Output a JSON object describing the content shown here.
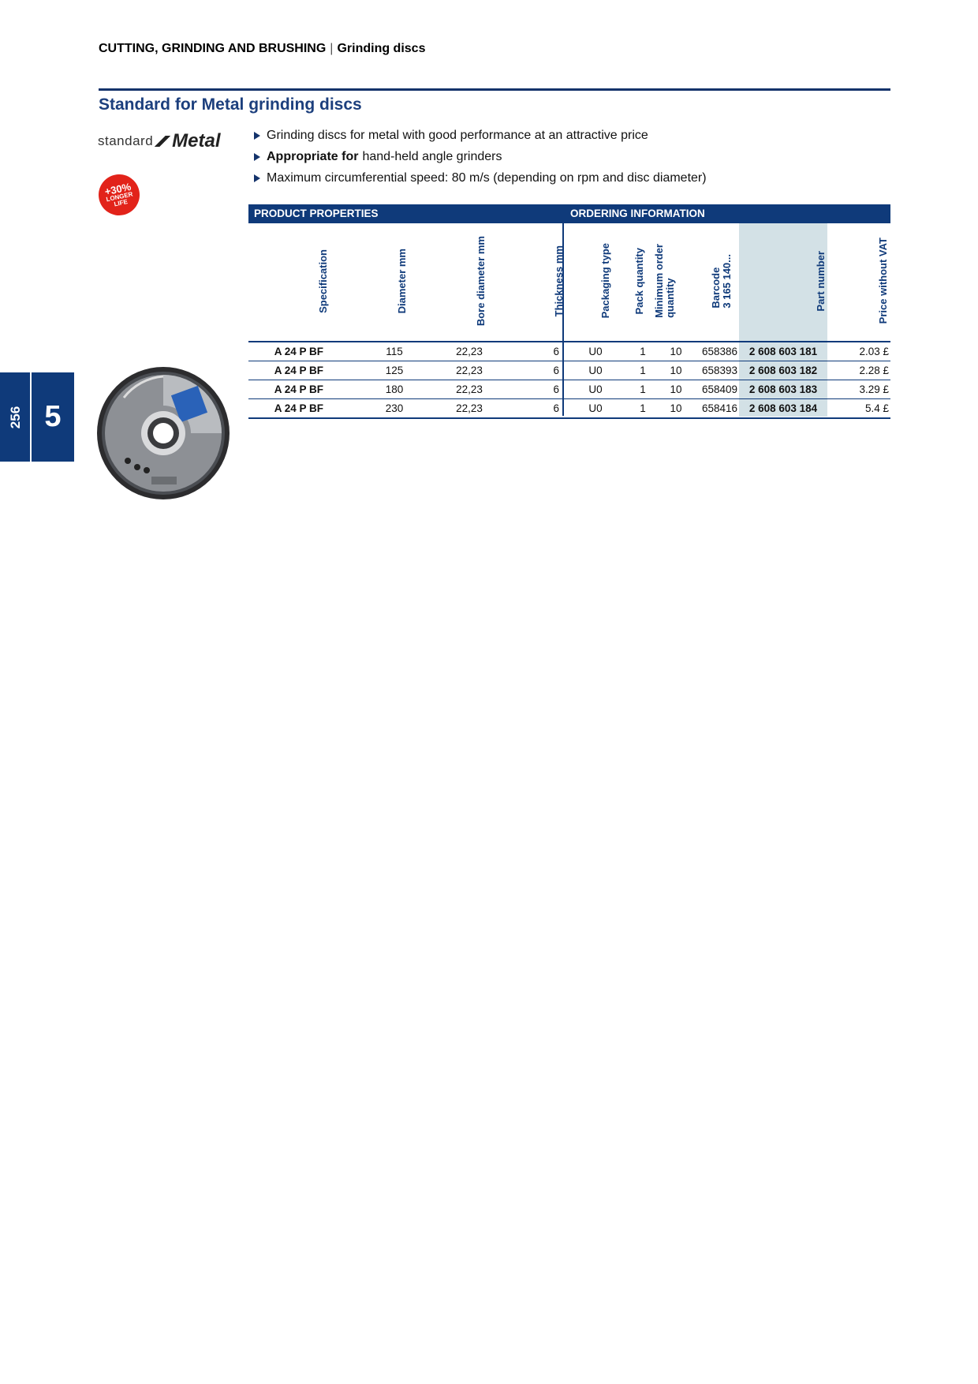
{
  "breadcrumb": {
    "main": "CUTTING, GRINDING AND BRUSHING",
    "separator": "|",
    "sub": "Grinding discs"
  },
  "page_title": "Standard for Metal grinding discs",
  "brand": {
    "light": "standard",
    "bold": "Metal"
  },
  "badge": {
    "pct": "+30%",
    "line1": "LONGER",
    "line2": "LIFE"
  },
  "bullets": [
    {
      "bold": "",
      "text": "Grinding discs for metal with good performance at an attractive price"
    },
    {
      "bold": "Appropriate for",
      "text": "hand-held angle grinders"
    },
    {
      "bold": "",
      "text": "Maximum circumferential speed: 80 m/s (depending on rpm and disc diameter)"
    }
  ],
  "side_tab": {
    "page_number": "256",
    "chapter": "5"
  },
  "table": {
    "section_left": "PRODUCT PROPERTIES",
    "section_right": "ORDERING INFORMATION",
    "headers": {
      "spec": "Specification",
      "dia": "Diameter mm",
      "bore": "Bore diameter mm",
      "thick": "Thickness mm",
      "pkg": "Packaging type",
      "pack": "Pack quantity",
      "minq": "Minimum order\nquantity",
      "bar": "Barcode\n3 165 140...",
      "part": "Part number",
      "price": "Price without VAT"
    },
    "rows": [
      {
        "spec": "A 24 P BF",
        "dia": "115",
        "bore": "22,23",
        "thick": "6",
        "pkg": "U0",
        "pack": "1",
        "minq": "10",
        "bar": "658386",
        "part": "2 608 603 181",
        "price": "2.03 £"
      },
      {
        "spec": "A 24 P BF",
        "dia": "125",
        "bore": "22,23",
        "thick": "6",
        "pkg": "U0",
        "pack": "1",
        "minq": "10",
        "bar": "658393",
        "part": "2 608 603 182",
        "price": "2.28 £"
      },
      {
        "spec": "A 24 P BF",
        "dia": "180",
        "bore": "22,23",
        "thick": "6",
        "pkg": "U0",
        "pack": "1",
        "minq": "10",
        "bar": "658409",
        "part": "2 608 603 183",
        "price": "3.29 £"
      },
      {
        "spec": "A 24 P BF",
        "dia": "230",
        "bore": "22,23",
        "thick": "6",
        "pkg": "U0",
        "pack": "1",
        "minq": "10",
        "bar": "658416",
        "part": "2 608 603 184",
        "price": "5.4 £"
      }
    ]
  },
  "colors": {
    "brand_blue": "#0f3a7a",
    "title_blue": "#1c3f7d",
    "badge_red": "#e2231a",
    "highlight": "#d3e1e6"
  },
  "images": {
    "disc": "grinding-disc-photo",
    "logo": "standard-for-metal-logo"
  }
}
